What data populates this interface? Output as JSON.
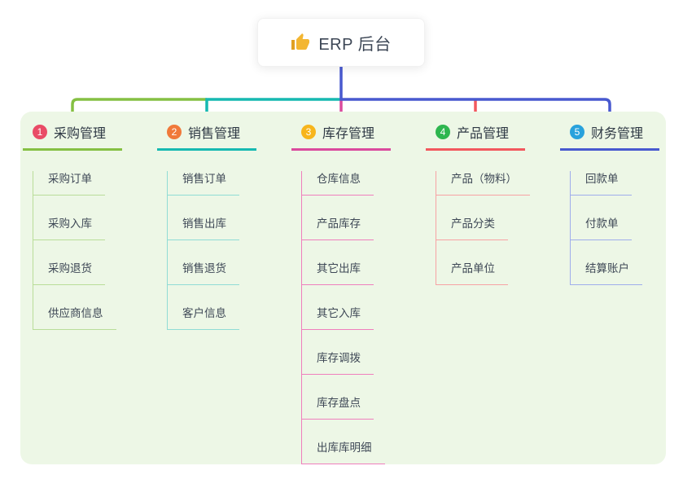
{
  "root": {
    "title": "ERP 后台",
    "icon": "thumbs-up-icon",
    "icon_color": "#f3b632"
  },
  "board": {
    "background": "#edf7e6"
  },
  "branches": [
    {
      "index": "1",
      "label": "采购管理",
      "badge_color": "#e94b66",
      "line_color": "#85c043",
      "item_line_color": "#b9dd99",
      "items": [
        "采购订单",
        "采购入库",
        "采购退货",
        "供应商信息"
      ]
    },
    {
      "index": "2",
      "label": "销售管理",
      "badge_color": "#f0793a",
      "line_color": "#16b9b1",
      "item_line_color": "#90dcd5",
      "items": [
        "销售订单",
        "销售出库",
        "销售退货",
        "客户信息"
      ]
    },
    {
      "index": "3",
      "label": "库存管理",
      "badge_color": "#f7b51c",
      "line_color": "#da4a9d",
      "item_line_color": "#ef7fbd",
      "items": [
        "仓库信息",
        "产品库存",
        "其它出库",
        "其它入库",
        "库存调拨",
        "库存盘点",
        "出库库明细"
      ]
    },
    {
      "index": "4",
      "label": "产品管理",
      "badge_color": "#2eb64f",
      "line_color": "#f2585e",
      "item_line_color": "#f7a2a4",
      "items": [
        "产品（物料）",
        "产品分类",
        "产品单位"
      ]
    },
    {
      "index": "5",
      "label": "财务管理",
      "badge_color": "#29a2dc",
      "line_color": "#4859cf",
      "item_line_color": "#9fadeb",
      "items": [
        "回款单",
        "付款单",
        "结算账户"
      ]
    }
  ]
}
